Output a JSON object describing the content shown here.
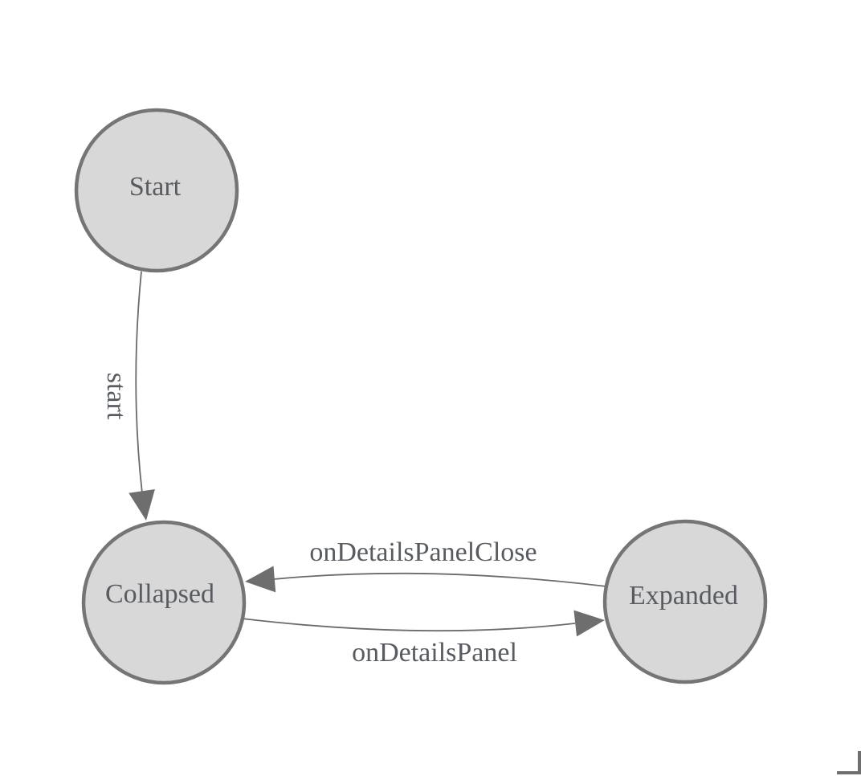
{
  "diagram": {
    "type": "state-machine",
    "nodes": [
      {
        "id": "start",
        "label": "Start"
      },
      {
        "id": "collapsed",
        "label": "Collapsed"
      },
      {
        "id": "expanded",
        "label": "Expanded"
      }
    ],
    "transitions": [
      {
        "from": "Start",
        "to": "Collapsed",
        "label": "start"
      },
      {
        "from": "Expanded",
        "to": "Collapsed",
        "label": "onDetailsPanelClose"
      },
      {
        "from": "Collapsed",
        "to": "Expanded",
        "label": "onDetailsPanel"
      }
    ],
    "colors": {
      "background": "#ffffff",
      "node_fill": "#d8d8d8",
      "node_stroke": "#757575",
      "edge": "#6b6b6b",
      "arrow": "#6e6e6e",
      "label": "#585c60",
      "corner_mark": "#6f6f6f"
    }
  }
}
